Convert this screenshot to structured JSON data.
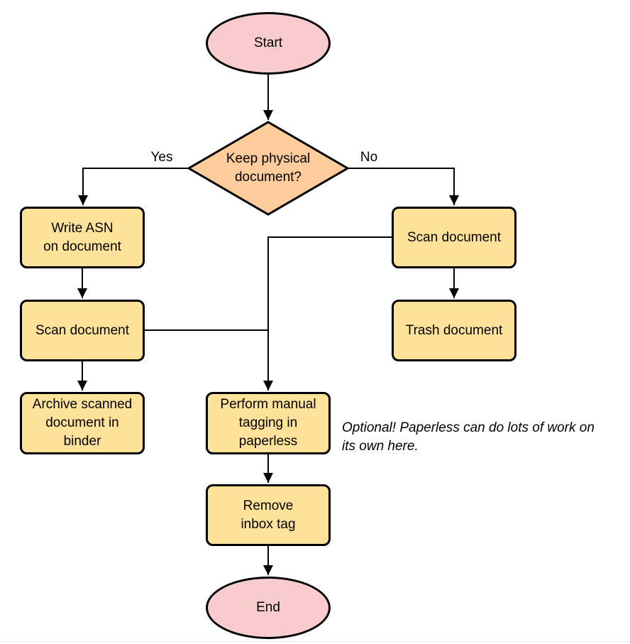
{
  "colors": {
    "canvas_bg": "#ffffff",
    "terminal_fill": "#F8CCCC",
    "decision_fill": "#FECB9B",
    "process_fill": "#FFE299",
    "stroke": "#000000",
    "text": "#000000",
    "page_edge": "#e9e9e9"
  },
  "nodes": {
    "start": {
      "type": "terminal",
      "label": "Start"
    },
    "decision": {
      "type": "decision",
      "label": "Keep physical\ndocument?"
    },
    "write_asn": {
      "type": "process",
      "label": "Write ASN\non document"
    },
    "scan_left": {
      "type": "process",
      "label": "Scan document"
    },
    "archive": {
      "type": "process",
      "label": "Archive scanned\ndocument in\nbinder"
    },
    "scan_right": {
      "type": "process",
      "label": "Scan document"
    },
    "trash": {
      "type": "process",
      "label": "Trash document"
    },
    "tagging": {
      "type": "process",
      "label": "Perform manual\ntagging in\npaperless"
    },
    "remove_inbox": {
      "type": "process",
      "label": "Remove\ninbox tag"
    },
    "end": {
      "type": "terminal",
      "label": "End"
    }
  },
  "edge_labels": {
    "yes": "Yes",
    "no": "No"
  },
  "annotation": {
    "text": "Optional! Paperless can do lots of work on\nits own here."
  }
}
